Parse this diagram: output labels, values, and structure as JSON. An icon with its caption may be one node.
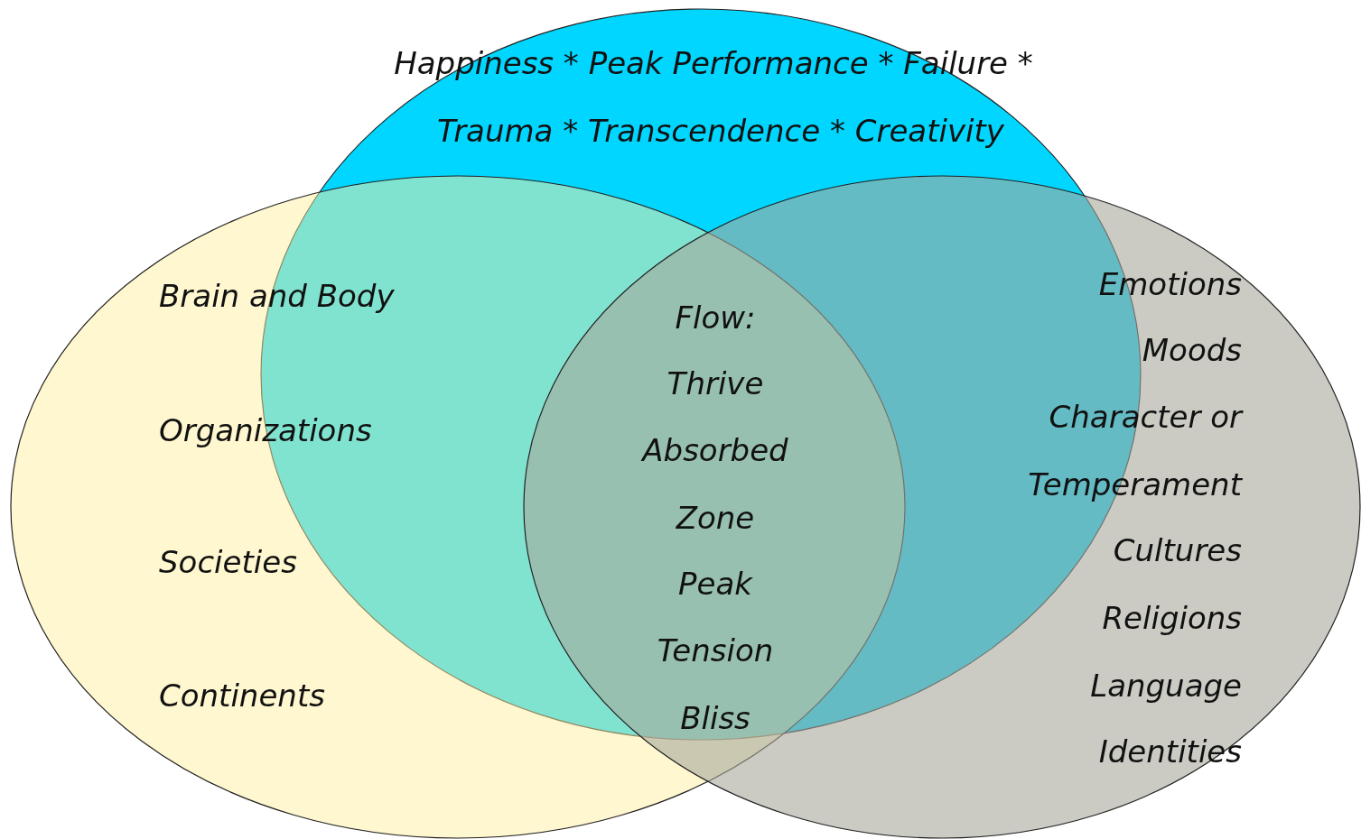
{
  "diagram": {
    "nodes": [
      {
        "text": [
          "Happiness * Peak Performance * Failure *",
          "Trauma * Transcendence * Creativity"
        ]
      },
      {
        "text": [
          "Brain and Body",
          "Organizations",
          "Societies",
          "Continents"
        ]
      },
      {
        "text": [
          "Emotions",
          "Moods",
          "Character or Temperament",
          "Cultures",
          "Religions",
          "Language",
          "Identities"
        ]
      }
    ],
    "edges": [],
    "labels": [
      "Flow:",
      "Thrive",
      "Absorbed",
      "Zone",
      "Peak",
      "Tension",
      "Bliss"
    ]
  }
}
